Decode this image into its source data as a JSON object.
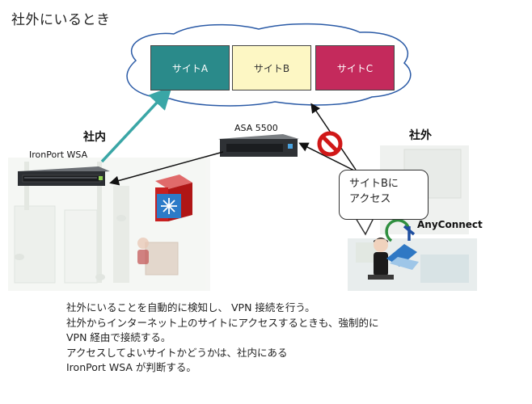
{
  "title": "社外にいるとき",
  "sites": [
    {
      "label": "サイトA",
      "color": "#2a8a8a"
    },
    {
      "label": "サイトB",
      "color": "#fdf7c4"
    },
    {
      "label": "サイトC",
      "color": "#c42a5c"
    }
  ],
  "labels": {
    "inside": "社内",
    "outside": "社外",
    "asa": "ASA 5500",
    "wsa": "IronPort WSA",
    "anyconnect": "AnyConnect"
  },
  "bubble": {
    "line1": "サイトBに",
    "line2": "アクセス"
  },
  "description": [
    "社外にいることを自動的に検知し、 VPN 接続を行う。",
    "社外からインターネット上のサイトにアクセスするときも、強制的に",
    "VPN 経由で接続する。",
    "アクセスしてよいサイトかどうかは、社内にある",
    "IronPort WSA が判断する。"
  ],
  "colors": {
    "arrow_teal": "#3aa6a6",
    "arrow_black": "#111111",
    "block_red": "#d01818"
  }
}
